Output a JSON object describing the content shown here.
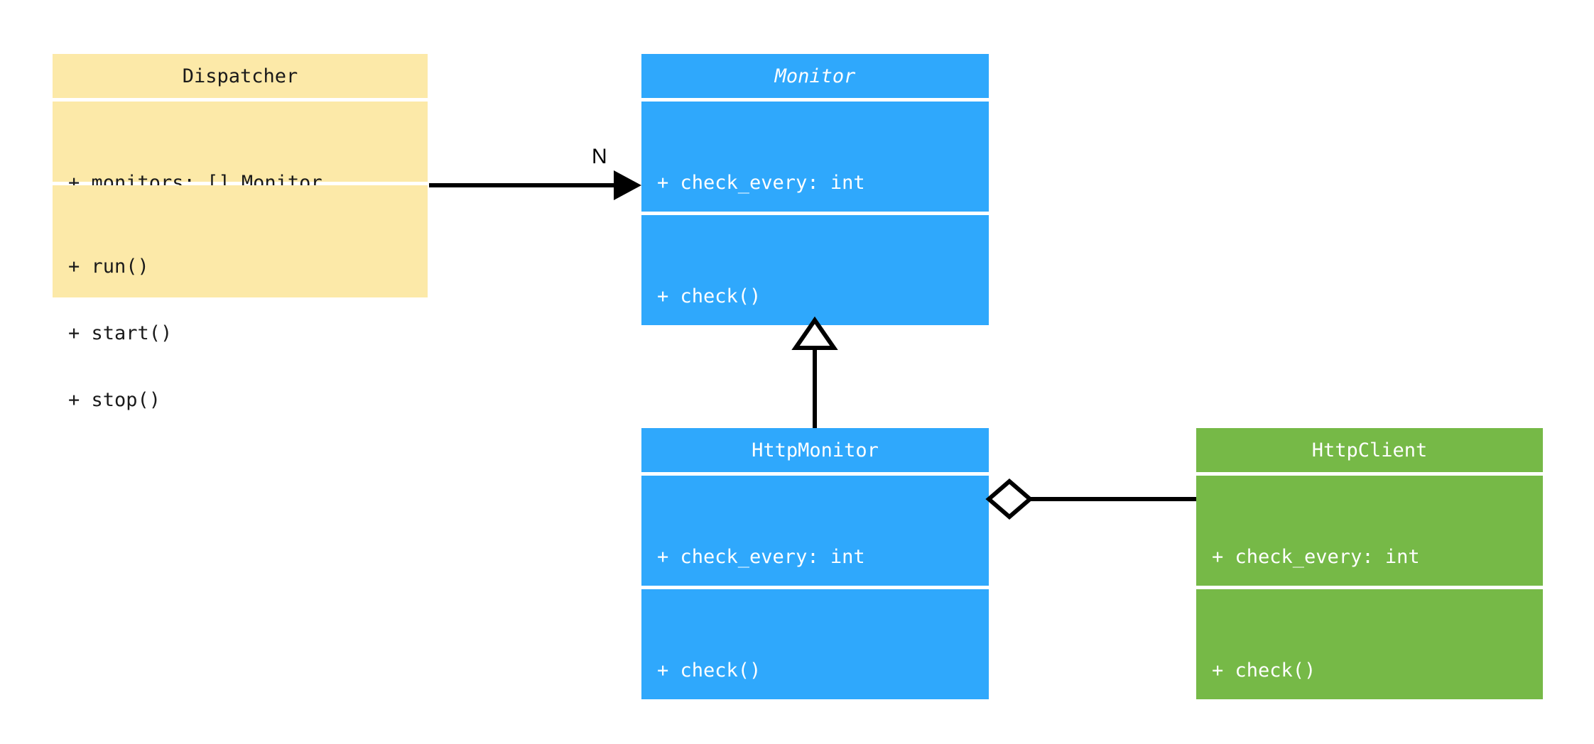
{
  "diagram": {
    "kind": "uml-class-diagram",
    "background": "#ffffff"
  },
  "palette": {
    "yellow": "#fce9a8",
    "blue": "#2fa8fc",
    "green": "#76b947",
    "line": "#000000",
    "text_dark": "#1a1a1a",
    "text_light": "#ffffff"
  },
  "classes": [
    {
      "id": "dispatcher",
      "name": "Dispatcher",
      "abstract": false,
      "color": "#fce9a8",
      "attributes": [
        "+ monitors: [] Monitor"
      ],
      "methods": [
        "+ run()",
        "+ start()",
        "+ stop()"
      ]
    },
    {
      "id": "monitor",
      "name": "Monitor",
      "abstract": true,
      "color": "#2fa8fc",
      "attributes": [
        "+ check_every: int"
      ],
      "methods": [
        "+ check()"
      ]
    },
    {
      "id": "httpmonitor",
      "name": "HttpMonitor",
      "abstract": false,
      "color": "#2fa8fc",
      "attributes": [
        "+ check_every: int"
      ],
      "methods": [
        "+ check()"
      ]
    },
    {
      "id": "httpclient",
      "name": "HttpClient",
      "abstract": false,
      "color": "#76b947",
      "attributes": [
        "+ check_every: int"
      ],
      "methods": [
        "+ check()"
      ]
    }
  ],
  "relationships": [
    {
      "id": "dispatcher-to-monitor",
      "type": "association",
      "from": "Dispatcher",
      "to": "Monitor",
      "label": "N",
      "arrow": "filled-triangle"
    },
    {
      "id": "httpmonitor-to-monitor",
      "type": "generalization",
      "from": "HttpMonitor",
      "to": "Monitor",
      "label": "",
      "arrow": "hollow-triangle"
    },
    {
      "id": "httpmonitor-to-httpclient",
      "type": "aggregation",
      "from": "HttpMonitor",
      "to": "HttpClient",
      "label": "",
      "arrow": "hollow-diamond"
    }
  ]
}
